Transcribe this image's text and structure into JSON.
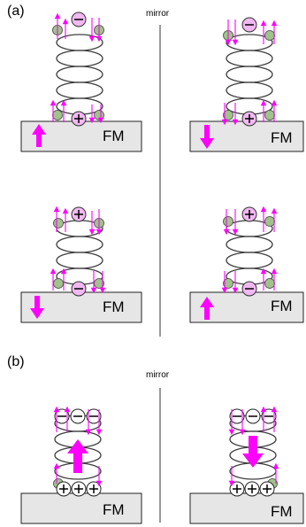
{
  "panel_a": {
    "label": "(a)",
    "mirror_label": "mirror",
    "substrate_label": "FM",
    "charge_signs": {
      "negative": "−",
      "positive": "+"
    }
  },
  "panel_b": {
    "label": "(b)",
    "mirror_label": "mirror",
    "substrate_label": "FM",
    "charge_signs": {
      "negative": "−",
      "positive": "+"
    }
  },
  "colors": {
    "magenta": "#ff00ff",
    "fm_fill": "#e6e6e6",
    "charge_fill": "#f2b8f2",
    "atom_green": "#9fc38a",
    "line": "#404040"
  }
}
